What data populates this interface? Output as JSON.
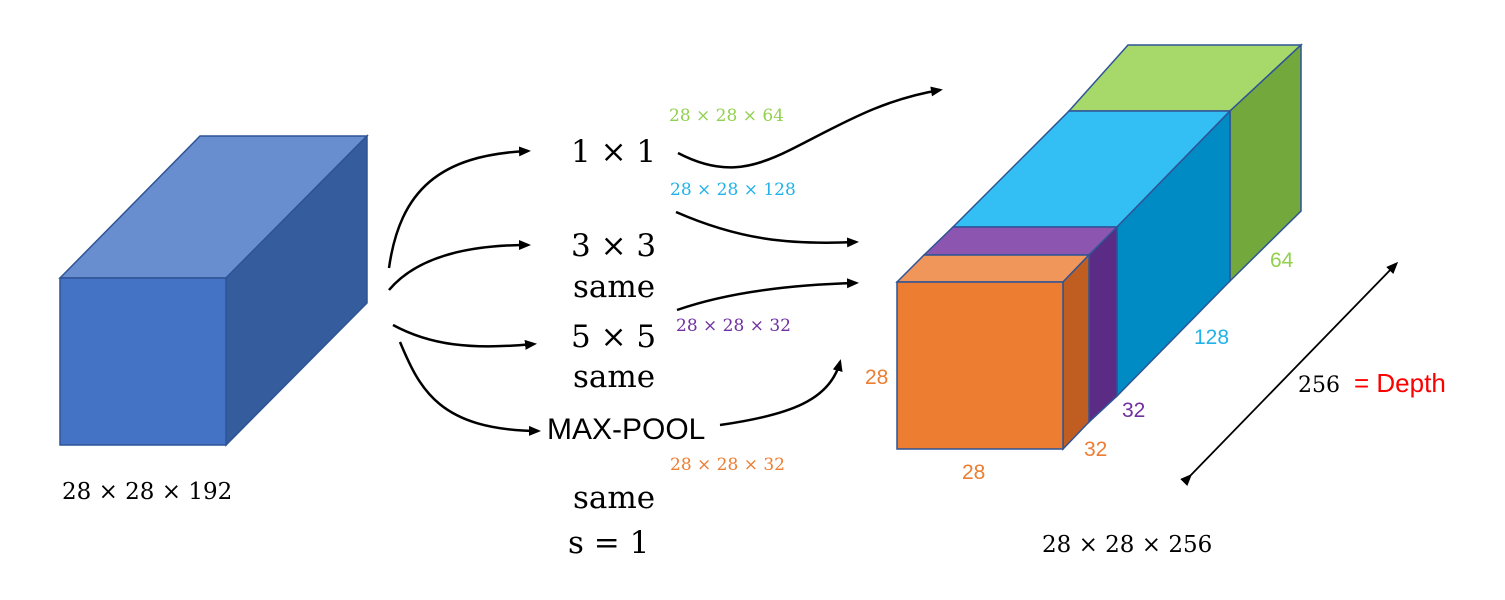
{
  "colors": {
    "input_front": "#4472C4",
    "input_top": "#698ED0",
    "input_side": "#355D9D",
    "green_top": "#A6D96A",
    "green_side": "#73A93C",
    "cyan_top": "#33BFF3",
    "cyan_side": "#008BC4",
    "purple_top": "#8B55B0",
    "purple_side": "#5B2C86",
    "orange_front": "#ED7D31",
    "orange_top": "#F1965A",
    "orange_side": "#C05E22",
    "green_text": "#92D050",
    "cyan_text": "#20B2E8",
    "purple_text": "#7030A0",
    "orange_text": "#ED7D31",
    "red_text": "#FF0000",
    "edge": "#2F5496"
  },
  "input": {
    "dims": "28 × 28 × 192"
  },
  "branches": {
    "b1": {
      "op": "1 × 1",
      "output": "28 × 28 × 64"
    },
    "b2": {
      "op": "3 × 3",
      "padding": "same",
      "output": "28 × 28 × 128"
    },
    "b3": {
      "op": "5 × 5",
      "padding": "same",
      "output": "28 × 28 × 32"
    },
    "b4": {
      "op": "MAX-POOL",
      "padding": "same",
      "stride": "s = 1",
      "output": "28 × 28 × 32"
    }
  },
  "output": {
    "dims": "28 × 28 × 256",
    "height_label": "28",
    "width_label": "28",
    "depth_orange": "32",
    "depth_purple": "32",
    "depth_cyan": "128",
    "depth_green": "64",
    "total_depth": "256",
    "depth_word": "= Depth"
  }
}
